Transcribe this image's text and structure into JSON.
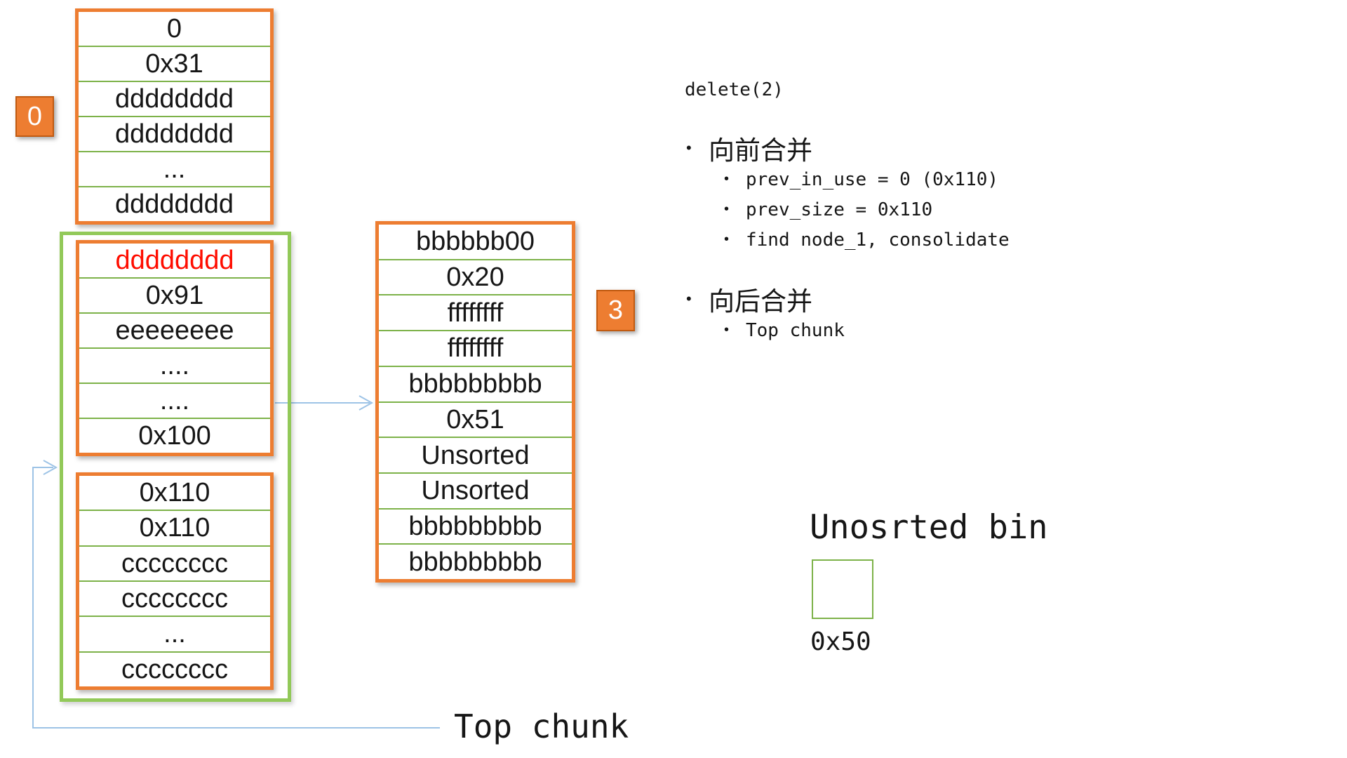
{
  "colors": {
    "orange": "#ED7D31",
    "orange_dark": "#C05A11",
    "green_box": "#92C959",
    "green_line": "#7DB249",
    "arrow_blue": "#9DC3E6",
    "red_text": "#FF0D00"
  },
  "badges": {
    "chunk0": "0",
    "chunk3": "3"
  },
  "memory": {
    "chunk0": {
      "rows": [
        {
          "t": "0"
        },
        {
          "t": "0x31"
        },
        {
          "t": "dddddddd"
        },
        {
          "t": "dddddddd"
        },
        {
          "t": "..."
        },
        {
          "t": "dddddddd"
        }
      ]
    },
    "freed_chunk": {
      "rows": [
        {
          "t": "dddddddd",
          "red": true
        },
        {
          "t": "0x91"
        },
        {
          "t": "eeeeeeee"
        },
        {
          "t": "...."
        },
        {
          "t": "...."
        },
        {
          "t": "0x100"
        }
      ]
    },
    "merged_top_chunk": {
      "rows": [
        {
          "t": "0x110"
        },
        {
          "t": "0x110"
        },
        {
          "t": "cccccccc"
        },
        {
          "t": "cccccccc"
        },
        {
          "t": "..."
        },
        {
          "t": "cccccccc"
        }
      ]
    },
    "chunk3": {
      "rows": [
        {
          "t": "bbbbbb00"
        },
        {
          "t": "0x20"
        },
        {
          "t": "ffffffff"
        },
        {
          "t": "ffffffff"
        },
        {
          "t": "bbbbbbbbb"
        },
        {
          "t": "0x51"
        },
        {
          "t": "Unsorted"
        },
        {
          "t": "Unsorted"
        },
        {
          "t": "bbbbbbbbb"
        },
        {
          "t": "bbbbbbbbb"
        }
      ]
    }
  },
  "notes": {
    "title": "delete(2)",
    "bullets": [
      {
        "label": "向前合并",
        "sub": [
          "prev_in_use = 0 (0x110)",
          "prev_size = 0x110",
          "find node_1, consolidate"
        ]
      },
      {
        "label": "向后合并",
        "sub": [
          "Top chunk"
        ]
      }
    ]
  },
  "unsorted_bin": {
    "title": "Unosrted bin",
    "size_label": "0x50"
  },
  "top_chunk_label": "Top chunk"
}
